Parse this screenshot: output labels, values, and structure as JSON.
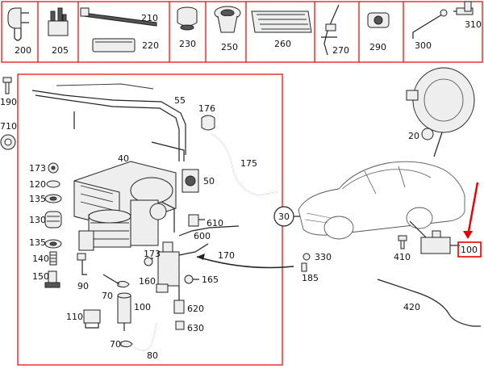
{
  "colors": {
    "frame": "#e60000",
    "highlight": "#e60000",
    "ink": "#222222"
  },
  "top_strip": {
    "labels": [
      "200",
      "205",
      "210",
      "220",
      "230",
      "250",
      "260",
      "270",
      "290",
      "300",
      "310"
    ]
  },
  "main_assembly": {
    "labels": [
      "190",
      "710",
      "40",
      "55",
      "176",
      "175",
      "50",
      "173",
      "120",
      "135",
      "130",
      "135",
      "140",
      "150",
      "90",
      "70",
      "610",
      "600",
      "173",
      "170",
      "160",
      "165",
      "100",
      "620",
      "630",
      "110",
      "70",
      "80"
    ]
  },
  "vehicle_panel": {
    "labels": [
      "20",
      "30",
      "410",
      "100",
      "330",
      "185",
      "420"
    ],
    "highlighted_part": "100"
  }
}
